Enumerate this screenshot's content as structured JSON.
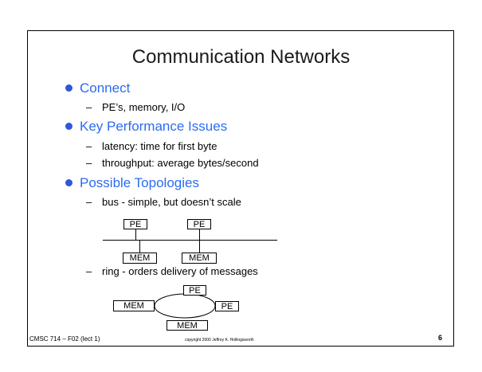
{
  "slide": {
    "title": "Communication Networks",
    "bullets": [
      {
        "label": "Connect",
        "subitems": [
          "PE’s, memory, I/O"
        ]
      },
      {
        "label": "Key Performance Issues",
        "subitems": [
          "latency: time for first byte",
          "throughput: average bytes/second"
        ]
      },
      {
        "label": "Possible Topologies",
        "subitems": [
          "bus - simple, but doesn’t scale",
          "ring - orders delivery of messages"
        ]
      }
    ],
    "dash": "–",
    "bus_diagram": {
      "pe_labels": [
        "PE",
        "PE"
      ],
      "mem_labels": [
        "MEM",
        "MEM"
      ]
    },
    "ring_diagram": {
      "pe_top": "PE",
      "pe_right": "PE",
      "mem_left": "MEM",
      "mem_bottom": "MEM"
    }
  },
  "footer": {
    "course": "CMSC 714 – F02 (lect 1)",
    "copyright": "copyright 2000 Jeffrey K. Hollingsworth",
    "page_number": "6"
  },
  "colors": {
    "bullet_text": "#2a6cf0",
    "bullet_dot": "#2f57d8"
  }
}
